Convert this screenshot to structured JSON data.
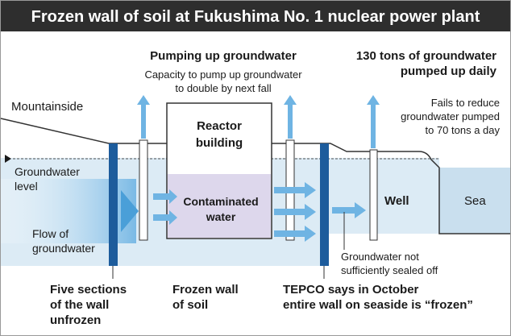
{
  "header": {
    "title": "Frozen wall of soil at Fukushima No. 1 nuclear power plant",
    "background": "#2e2e2e"
  },
  "colors": {
    "groundwater": "#dcebf5",
    "arrow": "#4a9fd8",
    "frozen_wall": "#1d5c9c",
    "contaminated_fill": "#ddd7ec",
    "sea": "#c9dfee"
  },
  "labels": {
    "mountainside": "Mountainside",
    "groundwater_level_1": "Groundwater",
    "groundwater_level_2": "level",
    "flow_1": "Flow of",
    "flow_2": "groundwater",
    "pumping_title": "Pumping up groundwater",
    "pumping_note_1": "Capacity to pump up groundwater",
    "pumping_note_2": "to double by next fall",
    "reactor_1": "Reactor",
    "reactor_2": "building",
    "contaminated_1": "Contaminated",
    "contaminated_2": "water",
    "tons_title_1": "130 tons of groundwater",
    "tons_title_2": "pumped up daily",
    "fails_1": "Fails to reduce",
    "fails_2": "groundwater pumped",
    "fails_3": "to 70 tons a day",
    "well": "Well",
    "sea": "Sea",
    "not_sealed_1": "Groundwater not",
    "not_sealed_2": "sufficiently sealed off",
    "five_sections_1": "Five sections",
    "five_sections_2": "of the wall",
    "five_sections_3": "unfrozen",
    "frozen_wall_1": "Frozen wall",
    "frozen_wall_2": "of soil",
    "tepco_1": "TEPCO says in October",
    "tepco_2": "entire wall on seaside is “frozen”"
  },
  "icons": [
    "arrow-up-icon",
    "arrow-right-icon",
    "water-level-marker-icon"
  ]
}
